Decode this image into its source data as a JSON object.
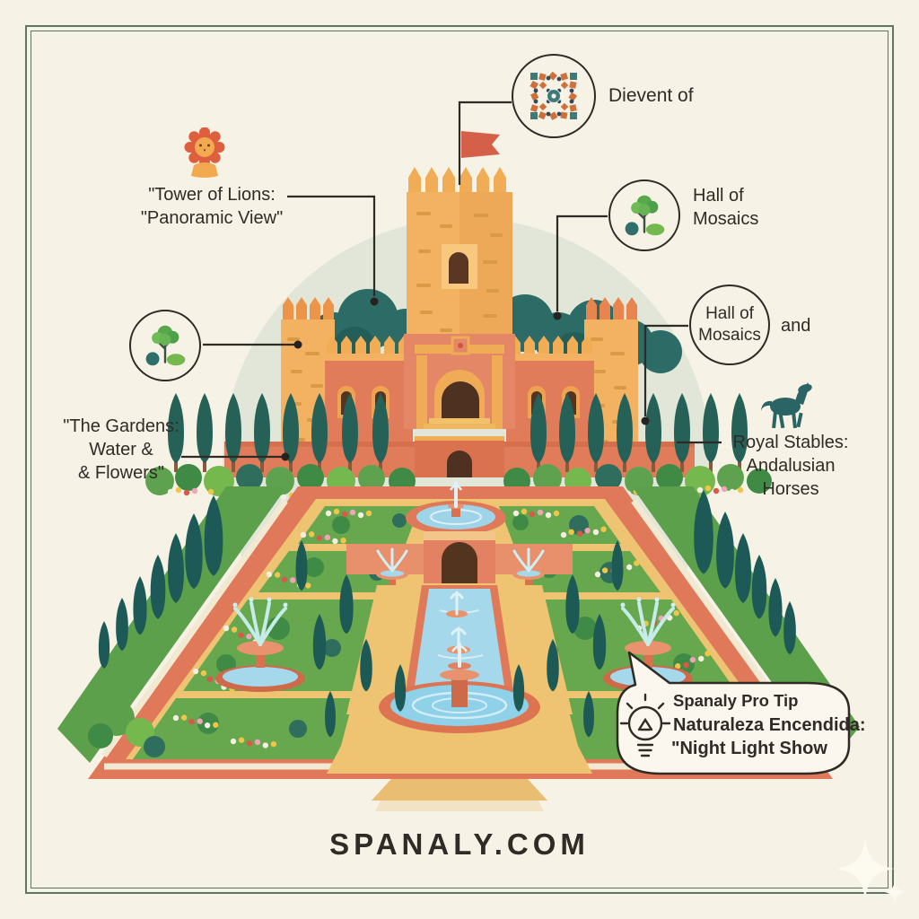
{
  "callouts": {
    "mosaic": {
      "label": "Dievent of"
    },
    "hall_icon": {
      "line1": "Hall of",
      "line2": "Mosaics"
    },
    "hall_circle": {
      "line1": "Hall of",
      "line2": "Mosaics",
      "conjunction": "and"
    },
    "stables": {
      "line1": "Royal Stables:",
      "line2": "Andalusian",
      "line3": "Horses"
    },
    "lions": {
      "line1": "\"Tower of Lions:",
      "line2": "\"Panoramic View\""
    },
    "gardens": {
      "line1": "\"The Gardens:",
      "line2": "Water &",
      "line3": "& Flowers\""
    }
  },
  "pro_tip": {
    "line1": "Spanaly Pro Tip",
    "line2": "Naturaleza Encendida:",
    "line3": "\"Night Light Show"
  },
  "footer": {
    "site": "SPANALY.COM"
  },
  "icons": {
    "mosaic": "mosaic-tile-icon",
    "tree_left": "tree-icon",
    "tree_hall": "tree-icon",
    "lion": "lion-icon",
    "horse": "horse-icon",
    "lightbulb": "lightbulb-icon",
    "flag": "flag-icon",
    "sparkle": "sparkle-icon"
  },
  "colors": {
    "background": "#f6f2e5",
    "frame": "#5d7663",
    "sage_circle": "#e1e6d8",
    "palace_gold": "#f3b262",
    "crenellation_orange": "#ec9549",
    "terracotta": "#e07c5a",
    "arch_brown": "#4e3120",
    "tree_teal": "#2c6b66",
    "garden_green": "#67a84e",
    "path_gold": "#eec472",
    "water_blue": "#a4d8ea",
    "flag_red": "#d4604a",
    "text": "#2f2b26"
  }
}
